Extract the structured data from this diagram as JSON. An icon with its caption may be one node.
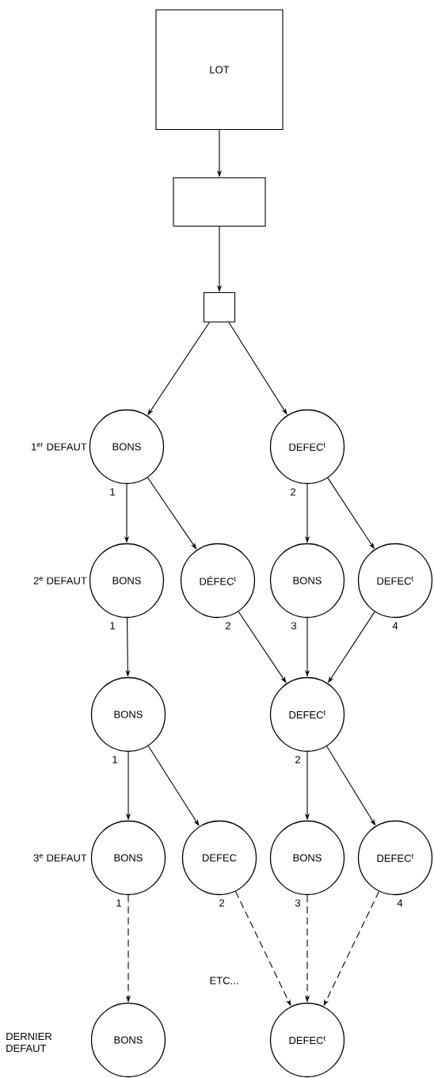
{
  "diagram": {
    "nodes": [
      {
        "text": [
          "LOT"
        ]
      },
      {
        "text": [],
        "shape": "box"
      },
      {
        "text": [],
        "shape": "box"
      },
      {
        "text": [
          "BONS"
        ],
        "beside": [
          "1"
        ]
      },
      {
        "text": [
          "DEFEC$^{t}$"
        ],
        "beside": [
          "2"
        ]
      },
      {
        "text": [
          "BONS"
        ],
        "beside": [
          "1"
        ]
      },
      {
        "text": [
          "DÉFEC$^{t}$"
        ],
        "beside": [
          "2"
        ]
      },
      {
        "text": [
          "BONS"
        ],
        "beside": [
          "3"
        ]
      },
      {
        "text": [
          "DEFEC$^{t}$"
        ],
        "beside": [
          "4"
        ]
      },
      {
        "text": [
          "BONS"
        ],
        "beside": [
          "1"
        ]
      },
      {
        "text": [
          "DEFEC$^{t}$"
        ],
        "beside": [
          "2"
        ]
      },
      {
        "text": [
          "BONS"
        ],
        "beside": [
          "1"
        ]
      },
      {
        "text": [
          "DEFEC"
        ],
        "beside": [
          "2"
        ]
      },
      {
        "text": [
          "BONS"
        ],
        "beside": [
          "3"
        ]
      },
      {
        "text": [
          "DEFEC$^{t}$"
        ],
        "beside": [
          "4"
        ]
      },
      {
        "text": [
          "BONS"
        ]
      },
      {
        "text": [
          "DEFEC$^{t}$"
        ]
      }
    ],
    "edges": [
      {
        "from": 0,
        "to": 1,
        "arrow": "to"
      },
      {
        "from": 1,
        "to": 2,
        "arrow": "to"
      },
      {
        "from": 2,
        "to": 3,
        "arrow": "to"
      },
      {
        "from": 2,
        "to": 4,
        "arrow": "to"
      },
      {
        "from": 3,
        "to": 5,
        "arrow": "to"
      },
      {
        "from": 3,
        "to": 6,
        "arrow": "to"
      },
      {
        "from": 4,
        "to": 7,
        "arrow": "to"
      },
      {
        "from": 4,
        "to": 8,
        "arrow": "to"
      },
      {
        "from": 5,
        "to": 9,
        "arrow": "to"
      },
      {
        "from": 6,
        "to": 10,
        "arrow": "to"
      },
      {
        "from": 7,
        "to": 10,
        "arrow": "to"
      },
      {
        "from": 8,
        "to": 10,
        "arrow": "to"
      },
      {
        "from": 9,
        "to": 11,
        "arrow": "to"
      },
      {
        "from": 9,
        "to": 12,
        "arrow": "to"
      },
      {
        "from": 10,
        "to": 13,
        "arrow": "to"
      },
      {
        "from": 10,
        "to": 14,
        "arrow": "to"
      },
      {
        "from": 11,
        "to": 15,
        "arrow": "to",
        "style": "dashed"
      },
      {
        "from": 12,
        "to": 16,
        "arrow": "to",
        "style": "dashed"
      },
      {
        "from": 13,
        "to": 16,
        "arrow": "to",
        "style": "dashed"
      },
      {
        "from": 14,
        "to": 16,
        "arrow": "to",
        "style": "dashed"
      }
    ],
    "labels": [
      "1$^{er}$ DEFAUT",
      "2$^{e}$ DEFAUT",
      "3$^{e}$ DEFAUT",
      "ETC...",
      "DERNIER DEFAUT"
    ]
  }
}
